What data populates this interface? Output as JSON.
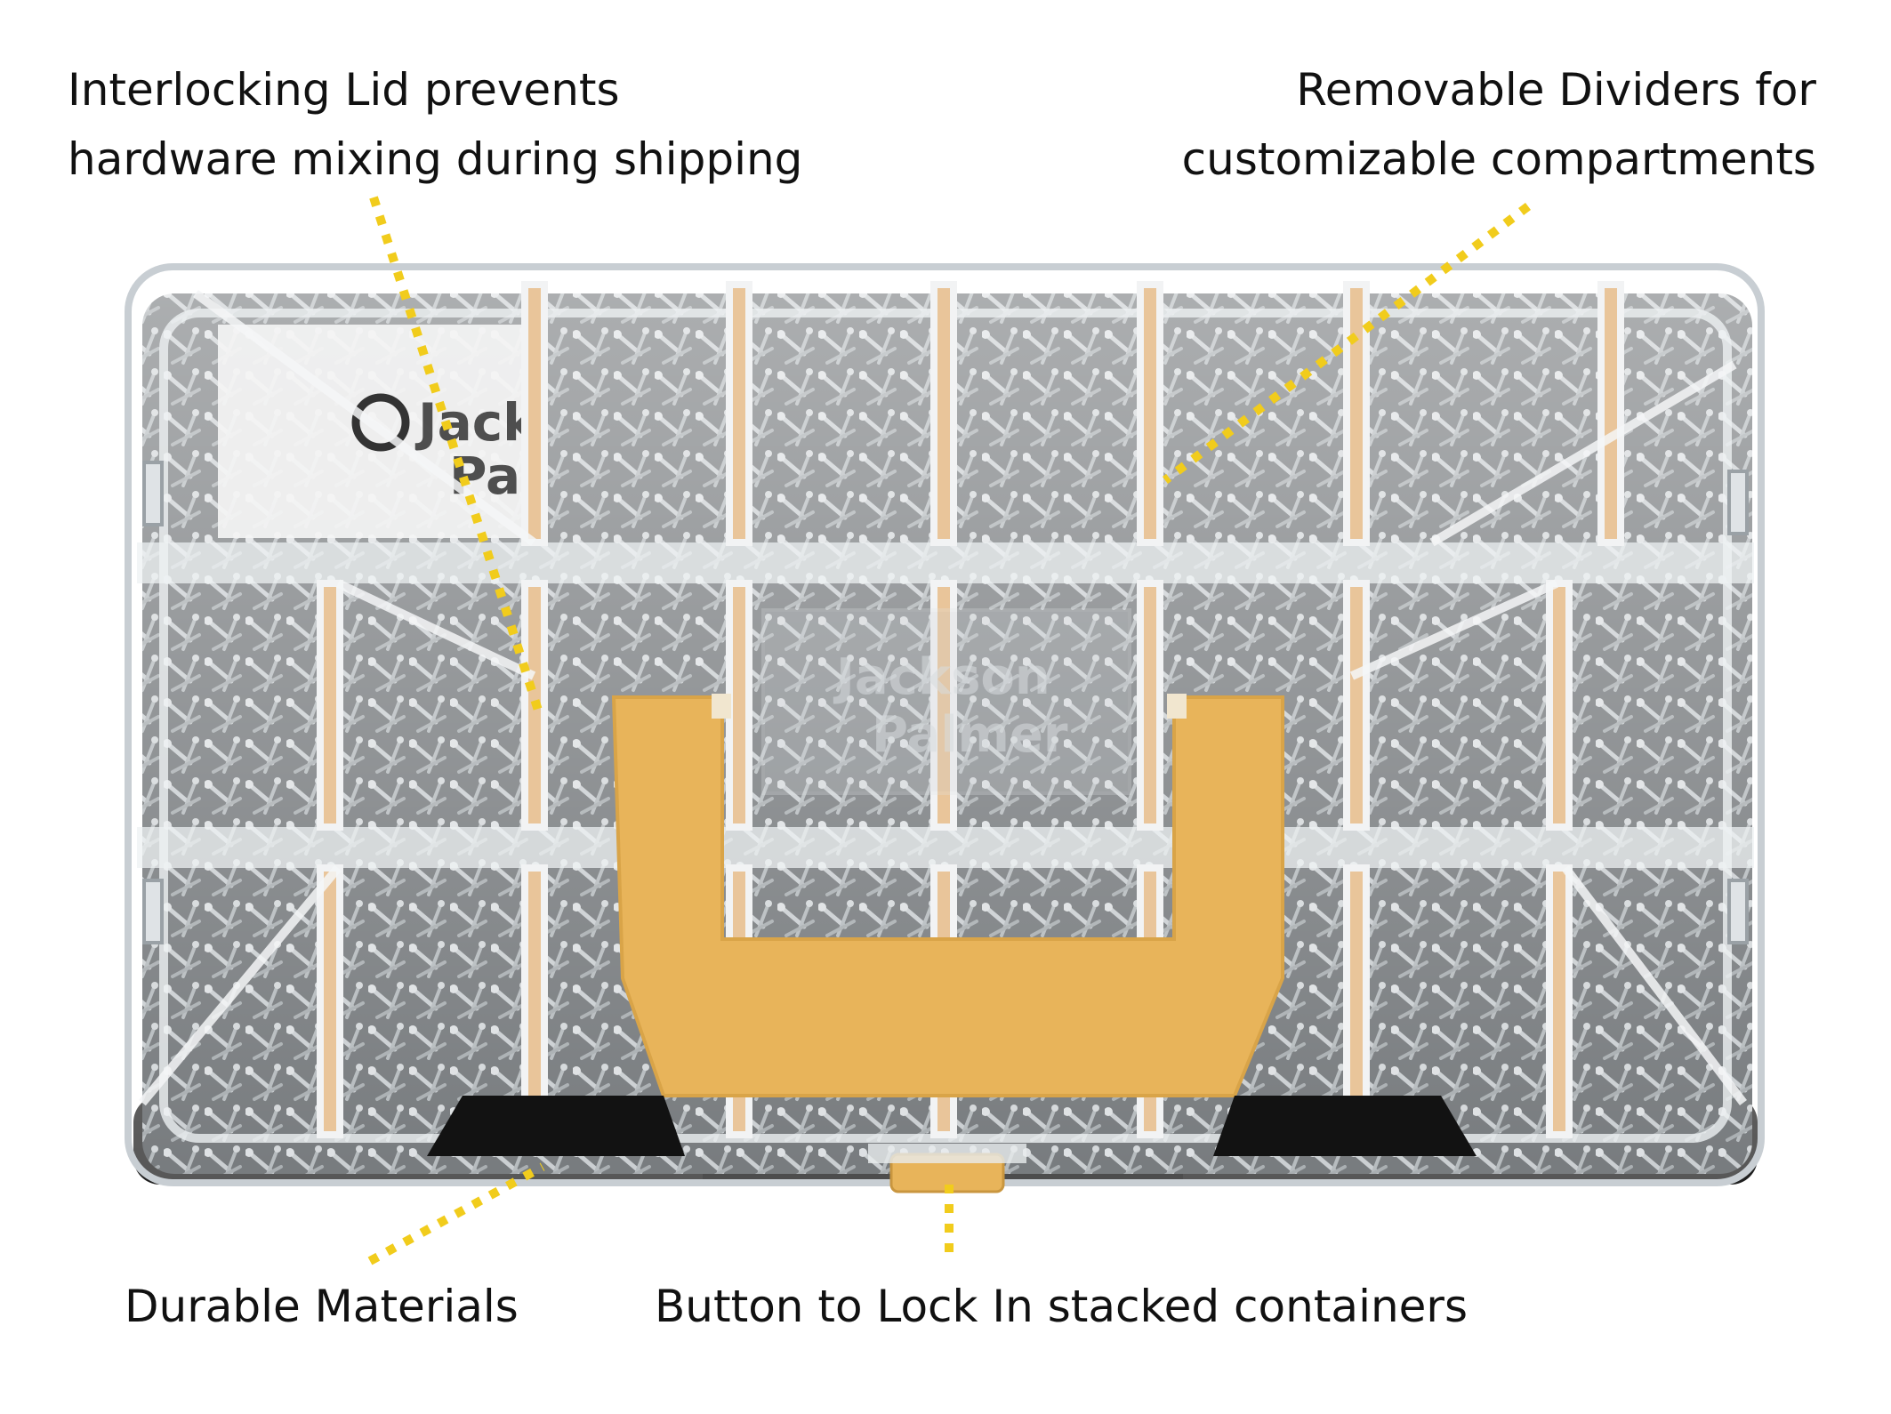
{
  "callouts": {
    "lid": {
      "line1": "Interlocking Lid prevents",
      "line2": "hardware mixing during shipping"
    },
    "dividers": {
      "line1": "Removable Dividers for",
      "line2": "customizable compartments"
    },
    "durable": "Durable Materials",
    "button": "Button to Lock In stacked containers"
  },
  "colors": {
    "callout_line": "#f1cc1c",
    "handle": "#e8b45a",
    "lid_plastic": "#e4e7ea",
    "interior": "#4b5054",
    "base": "#1c1c1c"
  },
  "brand": {
    "card_line1": "Jack",
    "card_line2": "Pa",
    "lid_logo_line1": "Jackson",
    "lid_logo_line2": "Palmer"
  }
}
